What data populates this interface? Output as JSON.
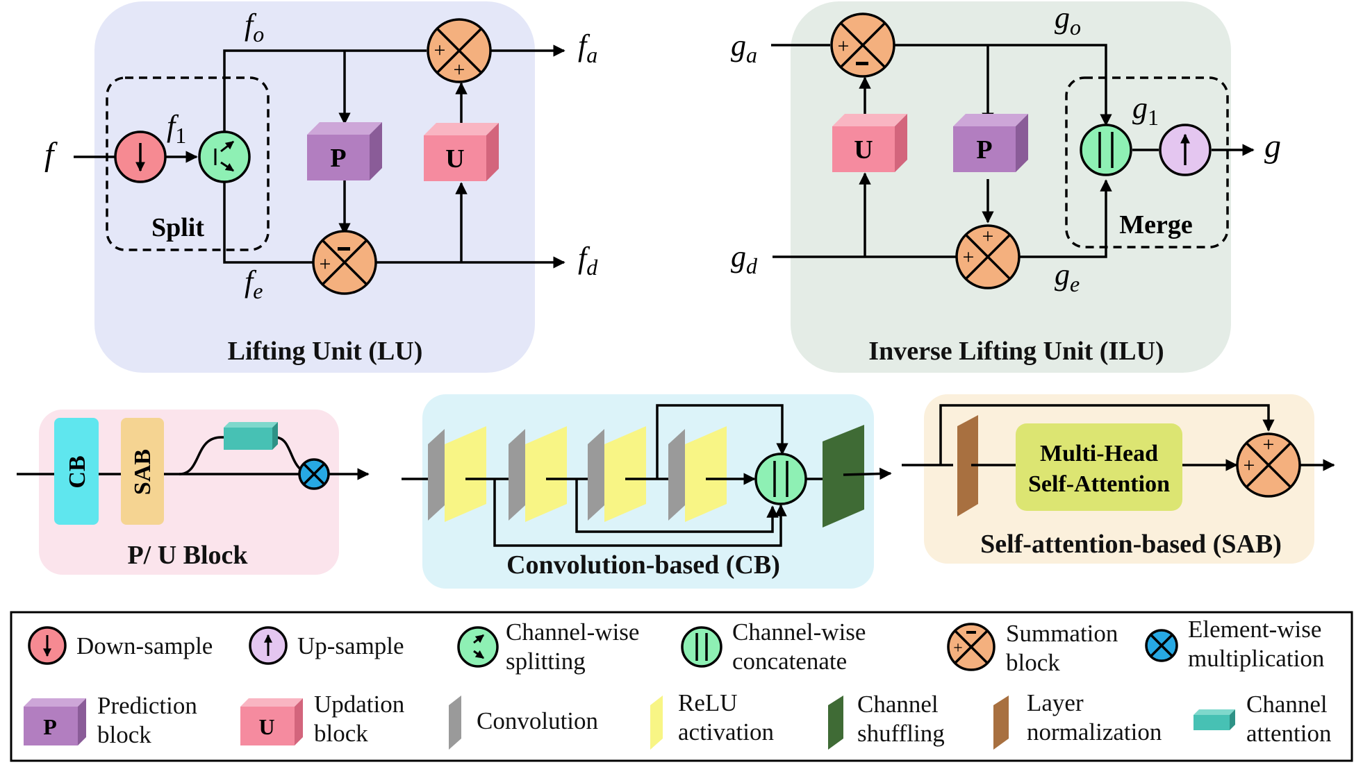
{
  "lifting_unit": {
    "title": "Lifting Unit (LU)",
    "split_label": "Split",
    "input": "f",
    "f1": "f",
    "f1_sub": "1",
    "fo": "f",
    "fo_sub": "o",
    "fe": "f",
    "fe_sub": "e",
    "fa": "f",
    "fa_sub": "a",
    "fd": "f",
    "fd_sub": "d",
    "p_label": "P",
    "u_label": "U"
  },
  "inverse_lifting_unit": {
    "title": "Inverse Lifting Unit (ILU)",
    "merge_label": "Merge",
    "ga": "g",
    "ga_sub": "a",
    "gd": "g",
    "gd_sub": "d",
    "go": "g",
    "go_sub": "o",
    "ge": "g",
    "ge_sub": "e",
    "g1": "g",
    "g1_sub": "1",
    "output": "g",
    "p_label": "P",
    "u_label": "U"
  },
  "pu_block": {
    "title": "P/ U Block",
    "cb_label": "CB",
    "sab_label": "SAB"
  },
  "cb_block": {
    "title": "Convolution-based (CB)"
  },
  "sab_block": {
    "title": "Self-attention-based (SAB)",
    "mhsa_line1": "Multi-Head",
    "mhsa_line2": "Self-Attention"
  },
  "legend": {
    "down_sample": "Down-sample",
    "up_sample": "Up-sample",
    "channel_split_1": "Channel-wise",
    "channel_split_2": "splitting",
    "channel_concat_1": "Channel-wise",
    "channel_concat_2": "concatenate",
    "summation_1": "Summation",
    "summation_2": "block",
    "elementwise_1": "Element-wise",
    "elementwise_2": "multiplication",
    "prediction_1": "Prediction",
    "prediction_2": "block",
    "updation_1": "Updation",
    "updation_2": "block",
    "convolution": "Convolution",
    "relu_1": "ReLU",
    "relu_2": "activation",
    "shuffle_1": "Channel",
    "shuffle_2": "shuffling",
    "layernorm_1": "Layer",
    "layernorm_2": "normalization",
    "chattn_1": "Channel",
    "chattn_2": "attention",
    "p_icon": "P",
    "u_icon": "U"
  },
  "colors": {
    "lu_bg": "#e4e7f8",
    "ilu_bg": "#e4ece6",
    "pu_bg": "#fbe4ec",
    "cb_bg": "#dcf3f9",
    "sab_bg": "#fbf0dc",
    "summation": "#f4b07e",
    "down": "#f68a92",
    "up": "#e4c6f0",
    "green": "#8ef0b4",
    "blue": "#27a9e4",
    "p_block": "#b27ec0",
    "u_block": "#f58b9f",
    "conv": "#9a9a9a",
    "relu": "#f8f585",
    "shuffle": "#3f6b35",
    "layernorm": "#a87040",
    "ch_attn": "#47c1b4",
    "cb_box": "#5fe6ee",
    "sab_box": "#f5d492",
    "mhsa_box": "#dce572"
  }
}
